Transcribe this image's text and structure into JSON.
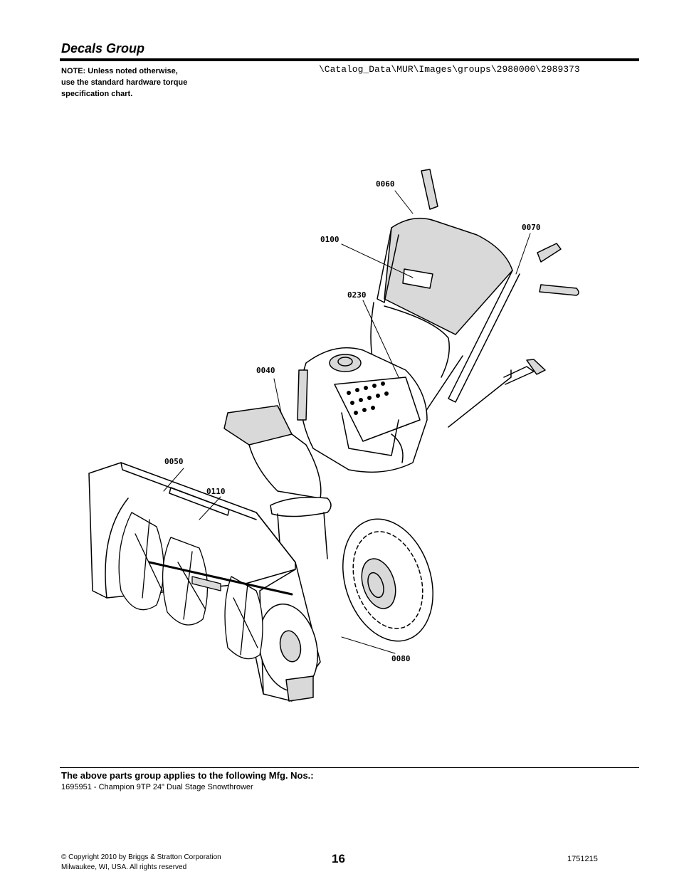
{
  "header": {
    "title": "Decals Group",
    "note_lines": [
      "NOTE: Unless noted otherwise,",
      "use the standard hardware torque",
      "specification chart."
    ],
    "file_path": "\\Catalog_Data\\MUR\\Images\\groups\\2980000\\2989373"
  },
  "diagram": {
    "callouts": [
      "0060",
      "0070",
      "0100",
      "0230",
      "0040",
      "0050",
      "0110",
      "0080"
    ]
  },
  "applies_to": {
    "heading": "The above parts group applies to the following Mfg. Nos.:",
    "items": [
      "1695951 - Champion 9TP 24\" Dual Stage Snowthrower"
    ]
  },
  "footer": {
    "copyright_lines": [
      "© Copyright  2010 by Briggs & Stratton Corporation",
      "Milwaukee, WI, USA. All rights reserved"
    ],
    "page_number": "16",
    "doc_number": "1751215"
  },
  "colors": {
    "ink": "#000000",
    "paper": "#ffffff",
    "part_fill": "#d9d9d9"
  }
}
